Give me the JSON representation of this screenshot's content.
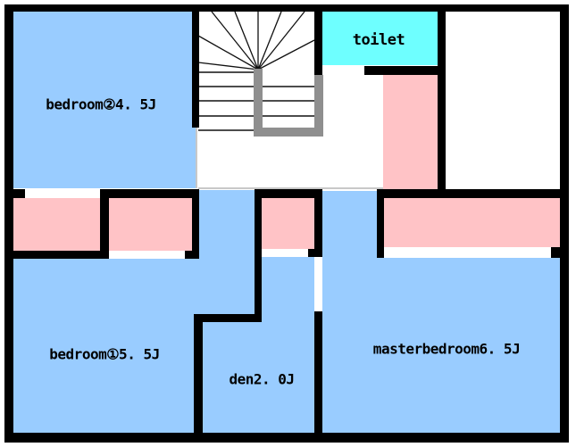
{
  "colors": {
    "background": "#ffffff",
    "wall": "#000000",
    "room_fill": "#99ccff",
    "closet_fill": "#ffc3c6",
    "toilet_fill": "#6effff",
    "railing": "#8f8f8f",
    "threshold_line": "#c8c8c8",
    "label_text": "#000000"
  },
  "rooms": {
    "bedroom2": {
      "label": "bedroom②4. 5J"
    },
    "toilet": {
      "label": "toilet"
    },
    "bedroom1": {
      "label": "bedroom①5. 5J"
    },
    "den": {
      "label": "den2. 0J"
    },
    "master": {
      "label": "masterbedroom6. 5J"
    }
  }
}
